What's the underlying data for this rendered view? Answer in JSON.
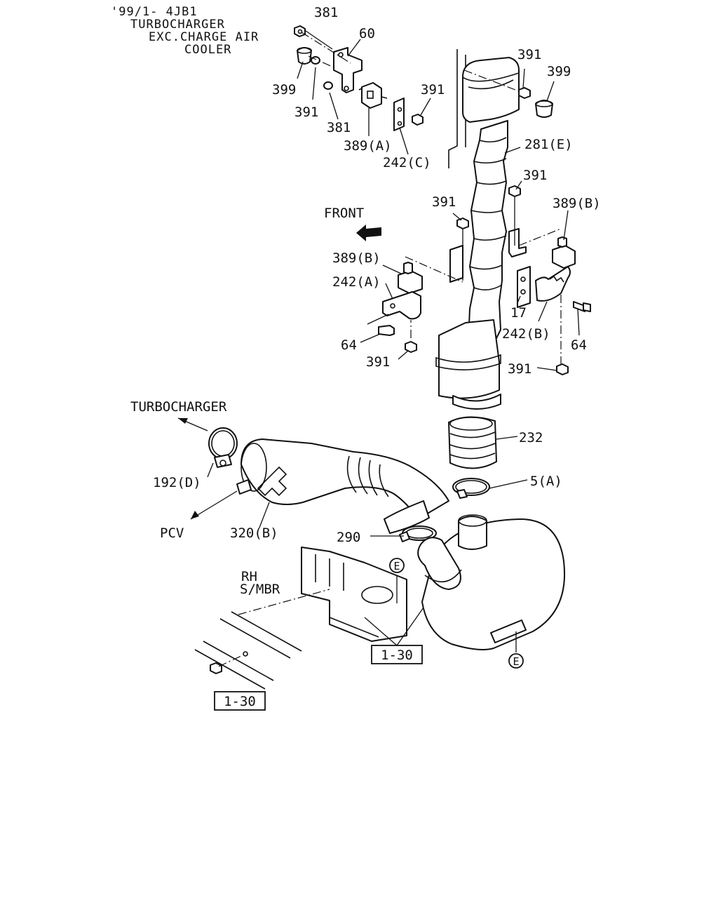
{
  "header": {
    "line1": "'99/1- 4JB1",
    "line2": "TURBOCHARGER",
    "line3": "EXC.CHARGE AIR",
    "line4": "COOLER"
  },
  "callouts": {
    "p381_top": "381",
    "p60": "60",
    "p399_left": "399",
    "p391_left": "391",
    "p381_left": "381",
    "p389a": "389(A)",
    "p391_mid": "391",
    "p242c": "242(C)",
    "p391_topright": "391",
    "p399_right": "399",
    "p281e": "281(E)",
    "p391_right": "391",
    "p391_center": "391",
    "p389b_right": "389(B)",
    "p389b_left": "389(B)",
    "p242a": "242(A)",
    "p17": "17",
    "p242b": "242(B)",
    "p64_left": "64",
    "p64_right": "64",
    "p391_lowleft": "391",
    "p391_lowright": "391",
    "p232": "232",
    "p5a": "5(A)",
    "p192d": "192(D)",
    "p320b": "320(B)",
    "p290": "290"
  },
  "directions": {
    "front": "FRONT",
    "turbocharger": "TURBOCHARGER",
    "pcv": "PCV",
    "rh_line1": "RH",
    "rh_line2": "S/MBR"
  },
  "references": {
    "e_marker": "E",
    "e_marker_2": "E",
    "ref_box_1": "1-30",
    "ref_box_2": "1-30"
  }
}
